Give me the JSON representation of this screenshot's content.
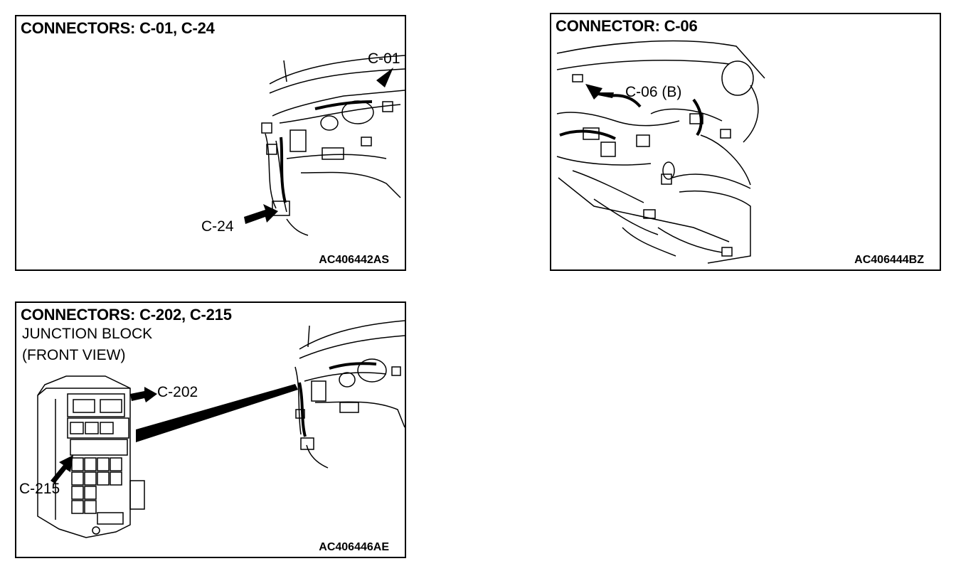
{
  "panels": [
    {
      "title": "CONNECTORS: C-01, C-24",
      "labels": [
        "C-01",
        "C-24"
      ],
      "code": "AC406442AS"
    },
    {
      "title": "CONNECTOR: C-06",
      "labels": [
        "C-06 (B)"
      ],
      "code": "AC406444BZ"
    },
    {
      "title": "CONNECTORS: C-202, C-215",
      "subtitle_lines": [
        "JUNCTION BLOCK",
        "(FRONT VIEW)"
      ],
      "labels": [
        "C-202",
        "C-215"
      ],
      "code": "AC406446AE"
    }
  ]
}
